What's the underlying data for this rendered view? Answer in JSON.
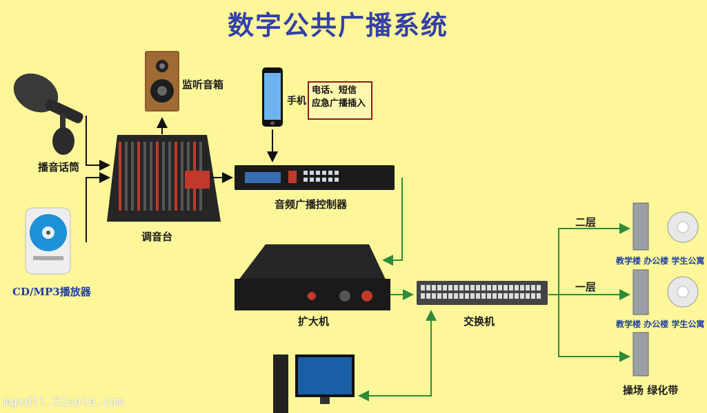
{
  "title": "数字公共广播系统",
  "watermark": "mgxdll.51sole.com",
  "labels": {
    "monitor_speaker": "监听音箱",
    "phone": "手机",
    "phone_box_line1": "电话、短信",
    "phone_box_line2": "应急广播插入",
    "microphone": "播音话筒",
    "mixer": "调音台",
    "cd_player": "CD/MP3播放器",
    "controller": "音频广播控制器",
    "amplifier": "扩大机",
    "switch": "交换机",
    "floor2": "二层",
    "floor1": "一层",
    "zone_top": "教学楼 办公楼 学生公寓",
    "zone_mid": "教学楼 办公楼 学生公寓",
    "zone_bottom": "操场  绿化带"
  },
  "colors": {
    "background": "#fdf79a",
    "title": "#3340a8",
    "arrow_black": "#111111",
    "arrow_green": "#2e8b3a",
    "box_border": "#8b1a1a"
  }
}
